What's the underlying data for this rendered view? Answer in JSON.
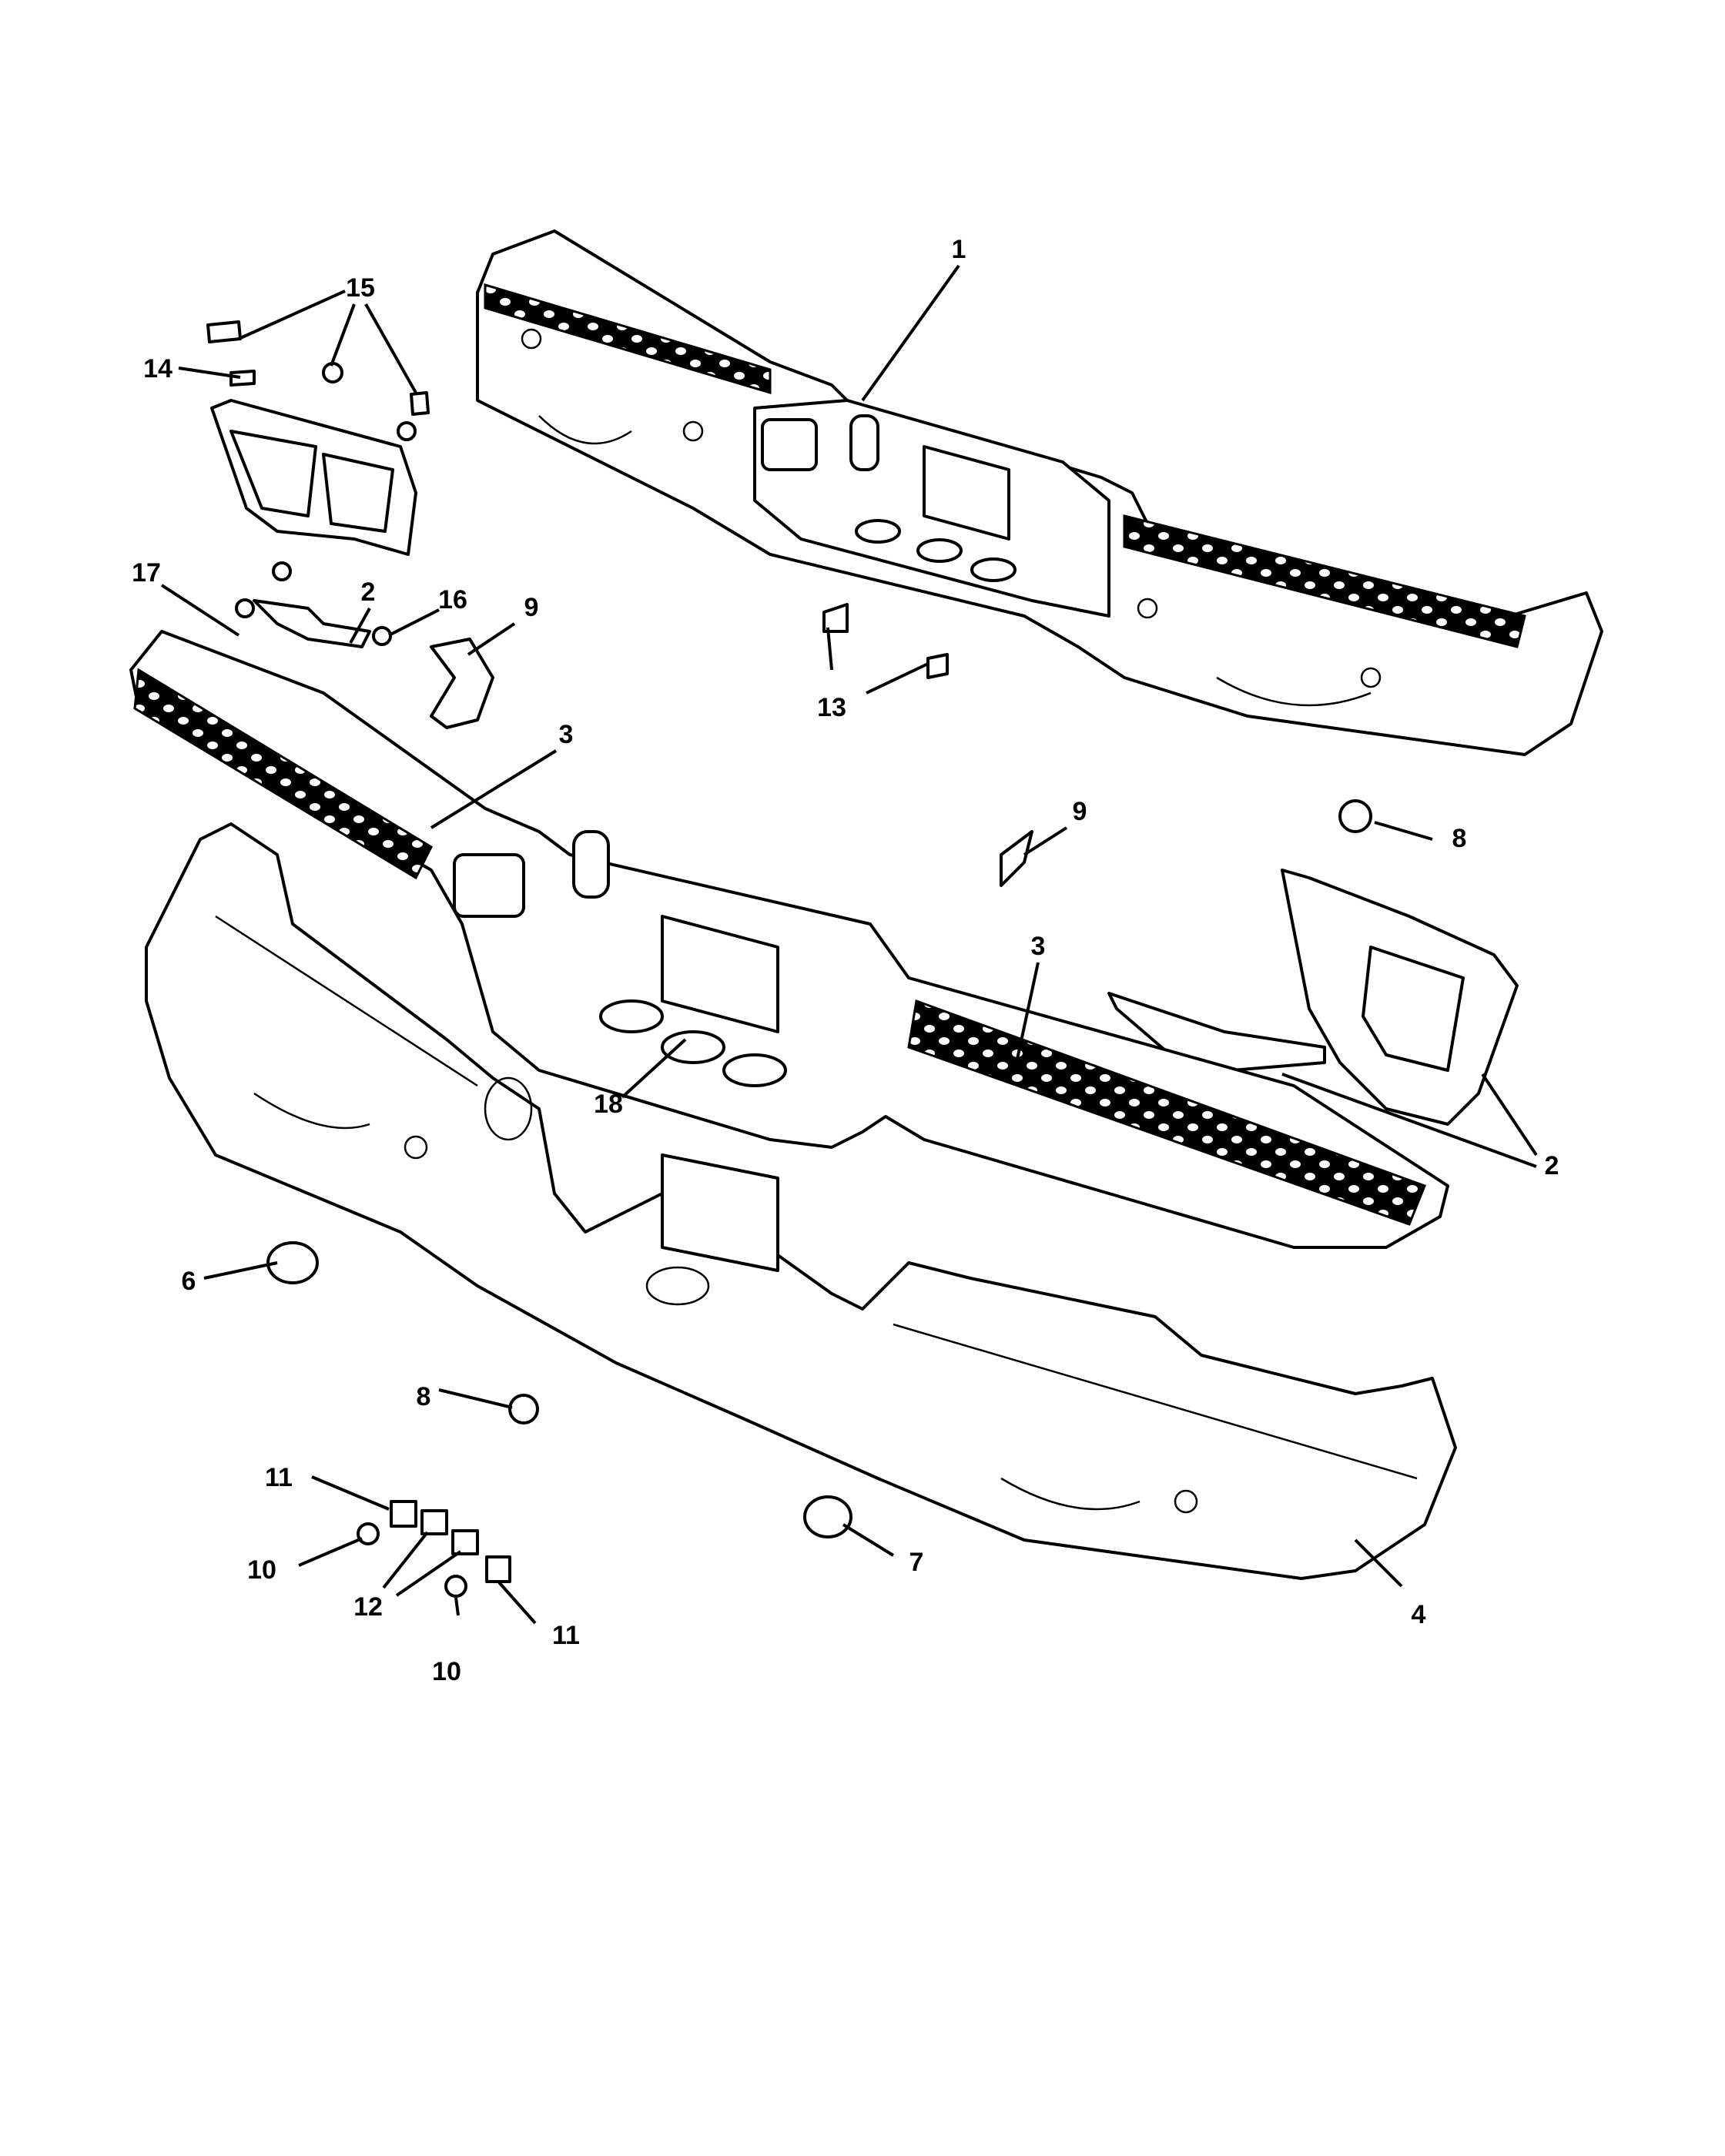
{
  "diagram": {
    "callouts": [
      {
        "id": "c1",
        "text": "1"
      },
      {
        "id": "c2a",
        "text": "2"
      },
      {
        "id": "c2b",
        "text": "2"
      },
      {
        "id": "c3a",
        "text": "3"
      },
      {
        "id": "c3b",
        "text": "3"
      },
      {
        "id": "c4",
        "text": "4"
      },
      {
        "id": "c6",
        "text": "6"
      },
      {
        "id": "c7",
        "text": "7"
      },
      {
        "id": "c8a",
        "text": "8"
      },
      {
        "id": "c8b",
        "text": "8"
      },
      {
        "id": "c9a",
        "text": "9"
      },
      {
        "id": "c9b",
        "text": "9"
      },
      {
        "id": "c10a",
        "text": "10"
      },
      {
        "id": "c10b",
        "text": "10"
      },
      {
        "id": "c11a",
        "text": "11"
      },
      {
        "id": "c11b",
        "text": "11"
      },
      {
        "id": "c12",
        "text": "12"
      },
      {
        "id": "c13",
        "text": "13"
      },
      {
        "id": "c14",
        "text": "14"
      },
      {
        "id": "c15",
        "text": "15"
      },
      {
        "id": "c16",
        "text": "16"
      },
      {
        "id": "c17",
        "text": "17"
      },
      {
        "id": "c18",
        "text": "18"
      }
    ],
    "colors": {
      "line": "#000000",
      "background": "#ffffff"
    }
  }
}
